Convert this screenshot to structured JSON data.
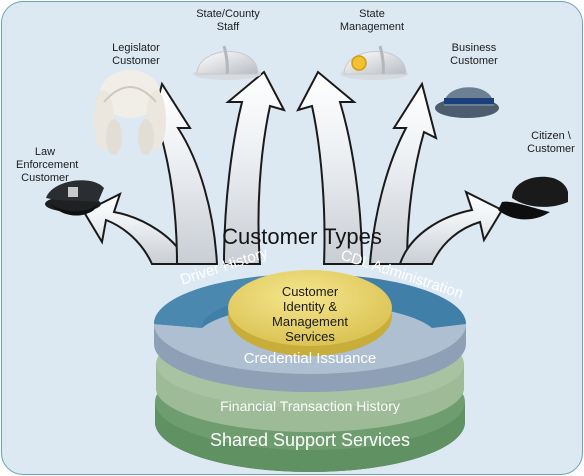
{
  "title": "Customer Types",
  "customers": [
    {
      "id": "law-enforcement",
      "label": "Law\nEnforcement\nCustomer",
      "icon": "police-cap-icon"
    },
    {
      "id": "legislator",
      "label": "Legislator\nCustomer",
      "icon": "judicial-wig-icon"
    },
    {
      "id": "state-county-staff",
      "label": "State/County\nStaff",
      "icon": "white-hard-hat-icon"
    },
    {
      "id": "state-management",
      "label": "State\nManagement",
      "icon": "white-hard-hat-with-emblem-icon"
    },
    {
      "id": "business",
      "label": "Business\nCustomer",
      "icon": "fedora-hat-icon"
    },
    {
      "id": "citizen",
      "label": "Citizen \\\nCustomer",
      "icon": "baseball-cap-icon"
    }
  ],
  "layers": {
    "core": "Customer\nIdentity &\nManagement\nServices",
    "driver_history": "Driver History",
    "cdl_administration": "CDL Administration",
    "credential_issuance": "Credential Issuance",
    "financial": "Financial Transaction History",
    "shared": "Shared Support Services"
  },
  "colors": {
    "background": "#dce9f3",
    "border": "#6aa3b7",
    "blue_ring": "#3f7fa8",
    "light_ring": "#aebfd2",
    "core": "#e7d46a",
    "green_1": "#8fb089",
    "green_2": "#5f9162",
    "arrow_fill": "#f2f4f6",
    "arrow_edge": "#111111"
  }
}
